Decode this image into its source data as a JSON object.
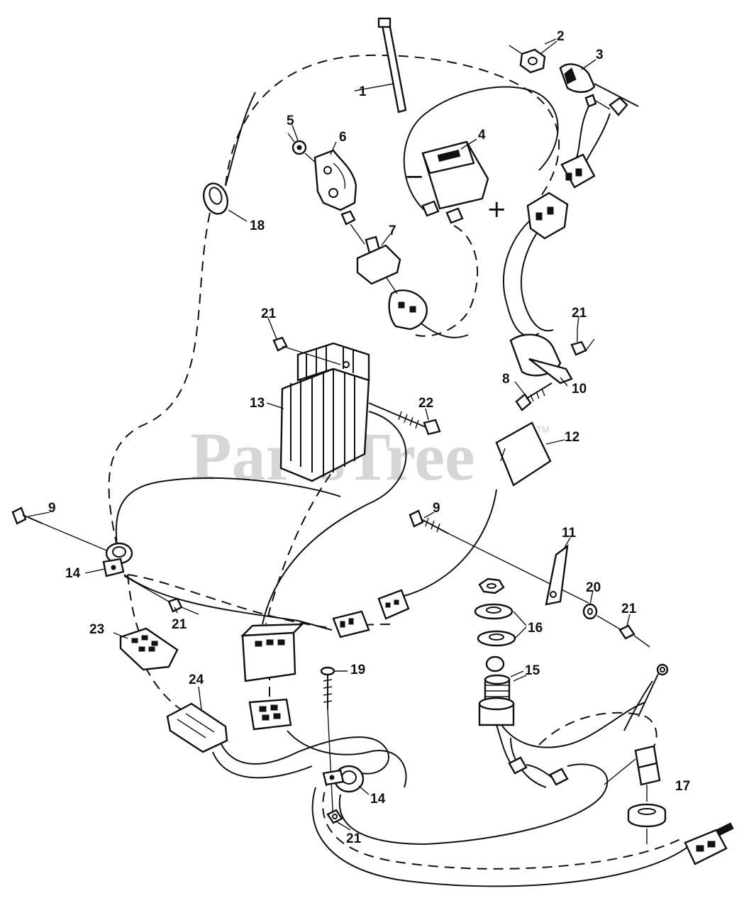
{
  "watermark": {
    "text": "PartsTree",
    "trademark": "TM"
  },
  "polarity": {
    "minus": "−",
    "plus": "+"
  },
  "callouts": [
    {
      "id": "c1",
      "label": "1"
    },
    {
      "id": "c2",
      "label": "2"
    },
    {
      "id": "c3",
      "label": "3"
    },
    {
      "id": "c4",
      "label": "4"
    },
    {
      "id": "c5",
      "label": "5"
    },
    {
      "id": "c6",
      "label": "6"
    },
    {
      "id": "c7",
      "label": "7"
    },
    {
      "id": "c8",
      "label": "8"
    },
    {
      "id": "c9a",
      "label": "9"
    },
    {
      "id": "c9b",
      "label": "9"
    },
    {
      "id": "c10",
      "label": "10"
    },
    {
      "id": "c11",
      "label": "11"
    },
    {
      "id": "c12",
      "label": "12"
    },
    {
      "id": "c13",
      "label": "13"
    },
    {
      "id": "c14a",
      "label": "14"
    },
    {
      "id": "c14b",
      "label": "14"
    },
    {
      "id": "c15",
      "label": "15"
    },
    {
      "id": "c16",
      "label": "16"
    },
    {
      "id": "c17",
      "label": "17"
    },
    {
      "id": "c18",
      "label": "18"
    },
    {
      "id": "c19",
      "label": "19"
    },
    {
      "id": "c20",
      "label": "20"
    },
    {
      "id": "c21a",
      "label": "21"
    },
    {
      "id": "c21b",
      "label": "21"
    },
    {
      "id": "c21c",
      "label": "21"
    },
    {
      "id": "c21d",
      "label": "21"
    },
    {
      "id": "c21e",
      "label": "21"
    },
    {
      "id": "c22",
      "label": "22"
    },
    {
      "id": "c23",
      "label": "23"
    },
    {
      "id": "c24",
      "label": "24"
    }
  ]
}
